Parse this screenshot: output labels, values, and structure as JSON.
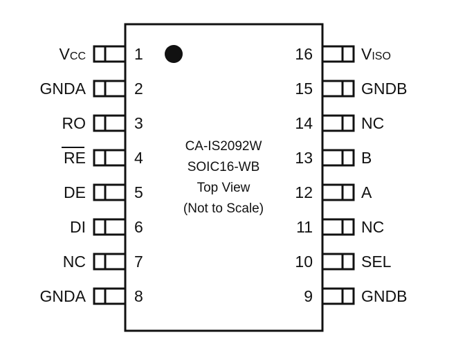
{
  "package": {
    "part": "CA-IS2092W",
    "package_name": "SOIC16-WB",
    "view": "Top View",
    "note": "(Not to Scale)"
  },
  "left_pins": [
    {
      "num": "1",
      "name": "V",
      "sub": "CC"
    },
    {
      "num": "2",
      "name": "GNDA"
    },
    {
      "num": "3",
      "name": "RO"
    },
    {
      "num": "4",
      "name": "RE",
      "overline": true
    },
    {
      "num": "5",
      "name": "DE"
    },
    {
      "num": "6",
      "name": "DI"
    },
    {
      "num": "7",
      "name": "NC"
    },
    {
      "num": "8",
      "name": "GNDA"
    }
  ],
  "right_pins": [
    {
      "num": "16",
      "name": "V",
      "sub": "ISO"
    },
    {
      "num": "15",
      "name": "GNDB"
    },
    {
      "num": "14",
      "name": "NC"
    },
    {
      "num": "13",
      "name": "B"
    },
    {
      "num": "12",
      "name": "A"
    },
    {
      "num": "11",
      "name": "NC"
    },
    {
      "num": "10",
      "name": "SEL"
    },
    {
      "num": "9",
      "name": "GNDB"
    }
  ]
}
